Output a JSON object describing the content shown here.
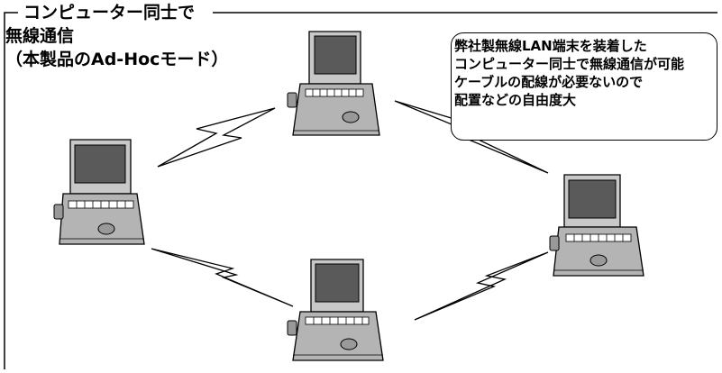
{
  "title_lines": [
    "コンピューター同士で",
    "無線通信",
    "（本製品のAd-Hocモード）"
  ],
  "callout_lines": [
    "弊社製無線LAN端末を装着した",
    "コンピューター同士で無線通信が可能",
    "ケーブルの配線が必要ないので",
    "配置などの自由度大"
  ],
  "colors": {
    "body": "#b4b4b4",
    "screen": "#5a5a5a",
    "bezel": "#c8c8c8",
    "line": "#000000"
  },
  "nodes": [
    "laptop",
    "laptop",
    "laptop",
    "laptop"
  ],
  "links": [
    [
      0,
      1
    ],
    [
      0,
      2
    ],
    [
      1,
      3
    ],
    [
      2,
      3
    ]
  ]
}
